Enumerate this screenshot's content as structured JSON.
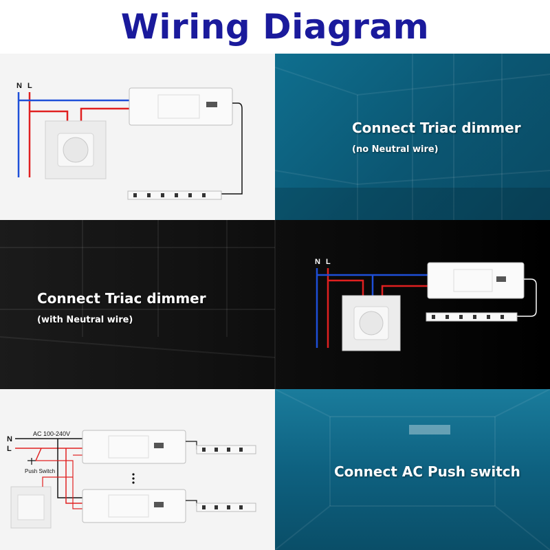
{
  "title": "Wiring Diagram",
  "panels": {
    "triac_no_neutral": {
      "heading": "Connect Triac dimmer",
      "subheading": "(no Neutral wire)",
      "n_label": "N",
      "l_label": "L"
    },
    "triac_with_neutral": {
      "heading": "Connect Triac dimmer",
      "subheading": "(with Neutral wire)",
      "n_label": "N",
      "l_label": "L"
    },
    "push_switch": {
      "heading": "Connect AC Push switch",
      "n_label": "N",
      "l_label": "L",
      "voltage_label": "AC 100-240V",
      "switch_label": "Push Switch"
    }
  },
  "colors": {
    "title": "#1a1a9c",
    "neutral_wire": "#1e4fd8",
    "live_wire": "#e02020",
    "dc_wire": "#111111"
  }
}
